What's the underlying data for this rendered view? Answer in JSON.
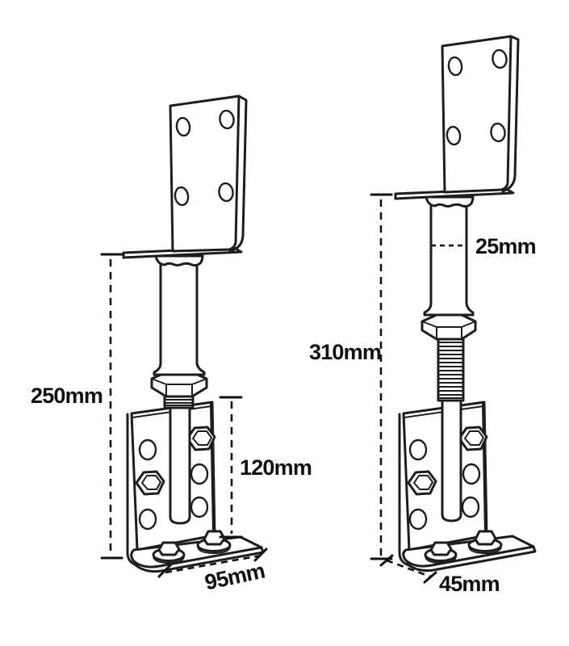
{
  "diagram": {
    "type": "technical-line-drawing",
    "subject": "L-shaped pergola post support brackets with dimension callouts",
    "background": "#ffffff",
    "ink": "#1d1d1b",
    "figures": [
      {
        "name": "left-post-support",
        "labels": {
          "overall_height": "250mm",
          "bracket_height": "120mm",
          "base_length": "95mm"
        }
      },
      {
        "name": "right-post-support",
        "labels": {
          "tube_width": "25mm",
          "overall_height": "310mm",
          "base_depth": "45mm"
        }
      }
    ]
  }
}
